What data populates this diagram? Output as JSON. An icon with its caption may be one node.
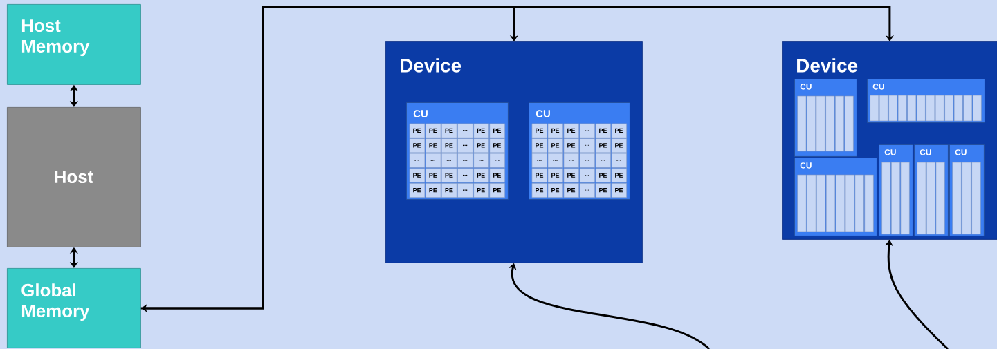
{
  "diagram": {
    "nodes": [
      {
        "text": [
          "Host Memory"
        ]
      },
      {
        "text": [
          "Host"
        ]
      },
      {
        "text": [
          "Global Memory"
        ]
      },
      {
        "text": [
          "Device"
        ]
      },
      {
        "text": [
          "CU"
        ],
        "in": 3
      },
      {
        "text": [
          "PE"
        ],
        "in": 4
      },
      {
        "text": [
          "PE"
        ],
        "in": 4
      },
      {
        "text": [
          "PE"
        ],
        "in": 4
      },
      {
        "text": [
          "..."
        ],
        "in": 4
      },
      {
        "text": [
          "PE"
        ],
        "in": 4
      },
      {
        "text": [
          "PE"
        ],
        "in": 4
      },
      {
        "text": [
          "PE"
        ],
        "in": 4
      },
      {
        "text": [
          "PE"
        ],
        "in": 4
      },
      {
        "text": [
          "PE"
        ],
        "in": 4
      },
      {
        "text": [
          "..."
        ],
        "in": 4
      },
      {
        "text": [
          "PE"
        ],
        "in": 4
      },
      {
        "text": [
          "PE"
        ],
        "in": 4
      },
      {
        "text": [
          "..."
        ],
        "in": 4
      },
      {
        "text": [
          "..."
        ],
        "in": 4
      },
      {
        "text": [
          "..."
        ],
        "in": 4
      },
      {
        "text": [
          "..."
        ],
        "in": 4
      },
      {
        "text": [
          "..."
        ],
        "in": 4
      },
      {
        "text": [
          "..."
        ],
        "in": 4
      },
      {
        "text": [
          "PE"
        ],
        "in": 4
      },
      {
        "text": [
          "PE"
        ],
        "in": 4
      },
      {
        "text": [
          "PE"
        ],
        "in": 4
      },
      {
        "text": [
          "..."
        ],
        "in": 4
      },
      {
        "text": [
          "PE"
        ],
        "in": 4
      },
      {
        "text": [
          "PE"
        ],
        "in": 4
      },
      {
        "text": [
          "PE"
        ],
        "in": 4
      },
      {
        "text": [
          "PE"
        ],
        "in": 4
      },
      {
        "text": [
          "PE"
        ],
        "in": 4
      },
      {
        "text": [
          "..."
        ],
        "in": 4
      },
      {
        "text": [
          "PE"
        ],
        "in": 4
      },
      {
        "text": [
          "PE"
        ],
        "in": 4
      },
      {
        "text": [
          "CU"
        ],
        "in": 3
      },
      {
        "text": [
          "PE"
        ],
        "in": 35
      },
      {
        "text": [
          "PE"
        ],
        "in": 35
      },
      {
        "text": [
          "PE"
        ],
        "in": 35
      },
      {
        "text": [
          "..."
        ],
        "in": 35
      },
      {
        "text": [
          "PE"
        ],
        "in": 35
      },
      {
        "text": [
          "PE"
        ],
        "in": 35
      },
      {
        "text": [
          "PE"
        ],
        "in": 35
      },
      {
        "text": [
          "PE"
        ],
        "in": 35
      },
      {
        "text": [
          "PE"
        ],
        "in": 35
      },
      {
        "text": [
          "..."
        ],
        "in": 35
      },
      {
        "text": [
          "PE"
        ],
        "in": 35
      },
      {
        "text": [
          "PE"
        ],
        "in": 35
      },
      {
        "text": [
          "..."
        ],
        "in": 35
      },
      {
        "text": [
          "..."
        ],
        "in": 35
      },
      {
        "text": [
          "..."
        ],
        "in": 35
      },
      {
        "text": [
          "..."
        ],
        "in": 35
      },
      {
        "text": [
          "..."
        ],
        "in": 35
      },
      {
        "text": [
          "..."
        ],
        "in": 35
      },
      {
        "text": [
          "PE"
        ],
        "in": 35
      },
      {
        "text": [
          "PE"
        ],
        "in": 35
      },
      {
        "text": [
          "PE"
        ],
        "in": 35
      },
      {
        "text": [
          "..."
        ],
        "in": 35
      },
      {
        "text": [
          "PE"
        ],
        "in": 35
      },
      {
        "text": [
          "PE"
        ],
        "in": 35
      },
      {
        "text": [
          "PE"
        ],
        "in": 35
      },
      {
        "text": [
          "PE"
        ],
        "in": 35
      },
      {
        "text": [
          "PE"
        ],
        "in": 35
      },
      {
        "text": [
          "..."
        ],
        "in": 35
      },
      {
        "text": [
          "PE"
        ],
        "in": 35
      },
      {
        "text": [
          "PE"
        ],
        "in": 35
      },
      {
        "text": [
          "Device"
        ]
      },
      {
        "text": [
          "CU"
        ],
        "in": 66
      },
      {
        "text": [
          "CU"
        ],
        "in": 66
      },
      {
        "text": [
          "CU"
        ],
        "in": 66
      },
      {
        "text": [
          "CU"
        ],
        "in": 66
      },
      {
        "text": [
          "CU"
        ],
        "in": 66
      },
      {
        "text": [
          "CU"
        ],
        "in": 66
      }
    ],
    "edges": [
      {
        "from": 0,
        "to": 1,
        "arrow": "both"
      },
      {
        "from": 1,
        "to": 2,
        "arrow": "both"
      },
      {
        "from": 2,
        "to": 3,
        "arrow": "both"
      },
      {
        "from": 2,
        "to": 66,
        "arrow": "to"
      },
      {
        "from": null,
        "to": 3,
        "arrow": "to"
      },
      {
        "from": null,
        "to": 66,
        "arrow": "to"
      }
    ]
  }
}
